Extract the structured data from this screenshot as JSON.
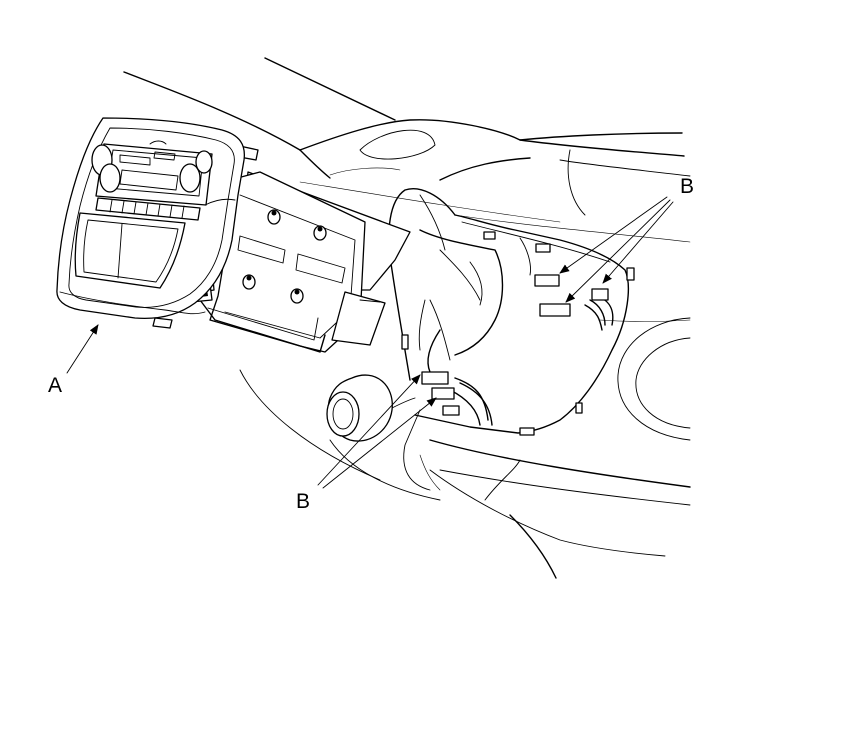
{
  "callouts": {
    "a": "A",
    "b_upper": "B",
    "b_lower": "B"
  },
  "colors": {
    "line": "#000000",
    "background": "#ffffff"
  }
}
